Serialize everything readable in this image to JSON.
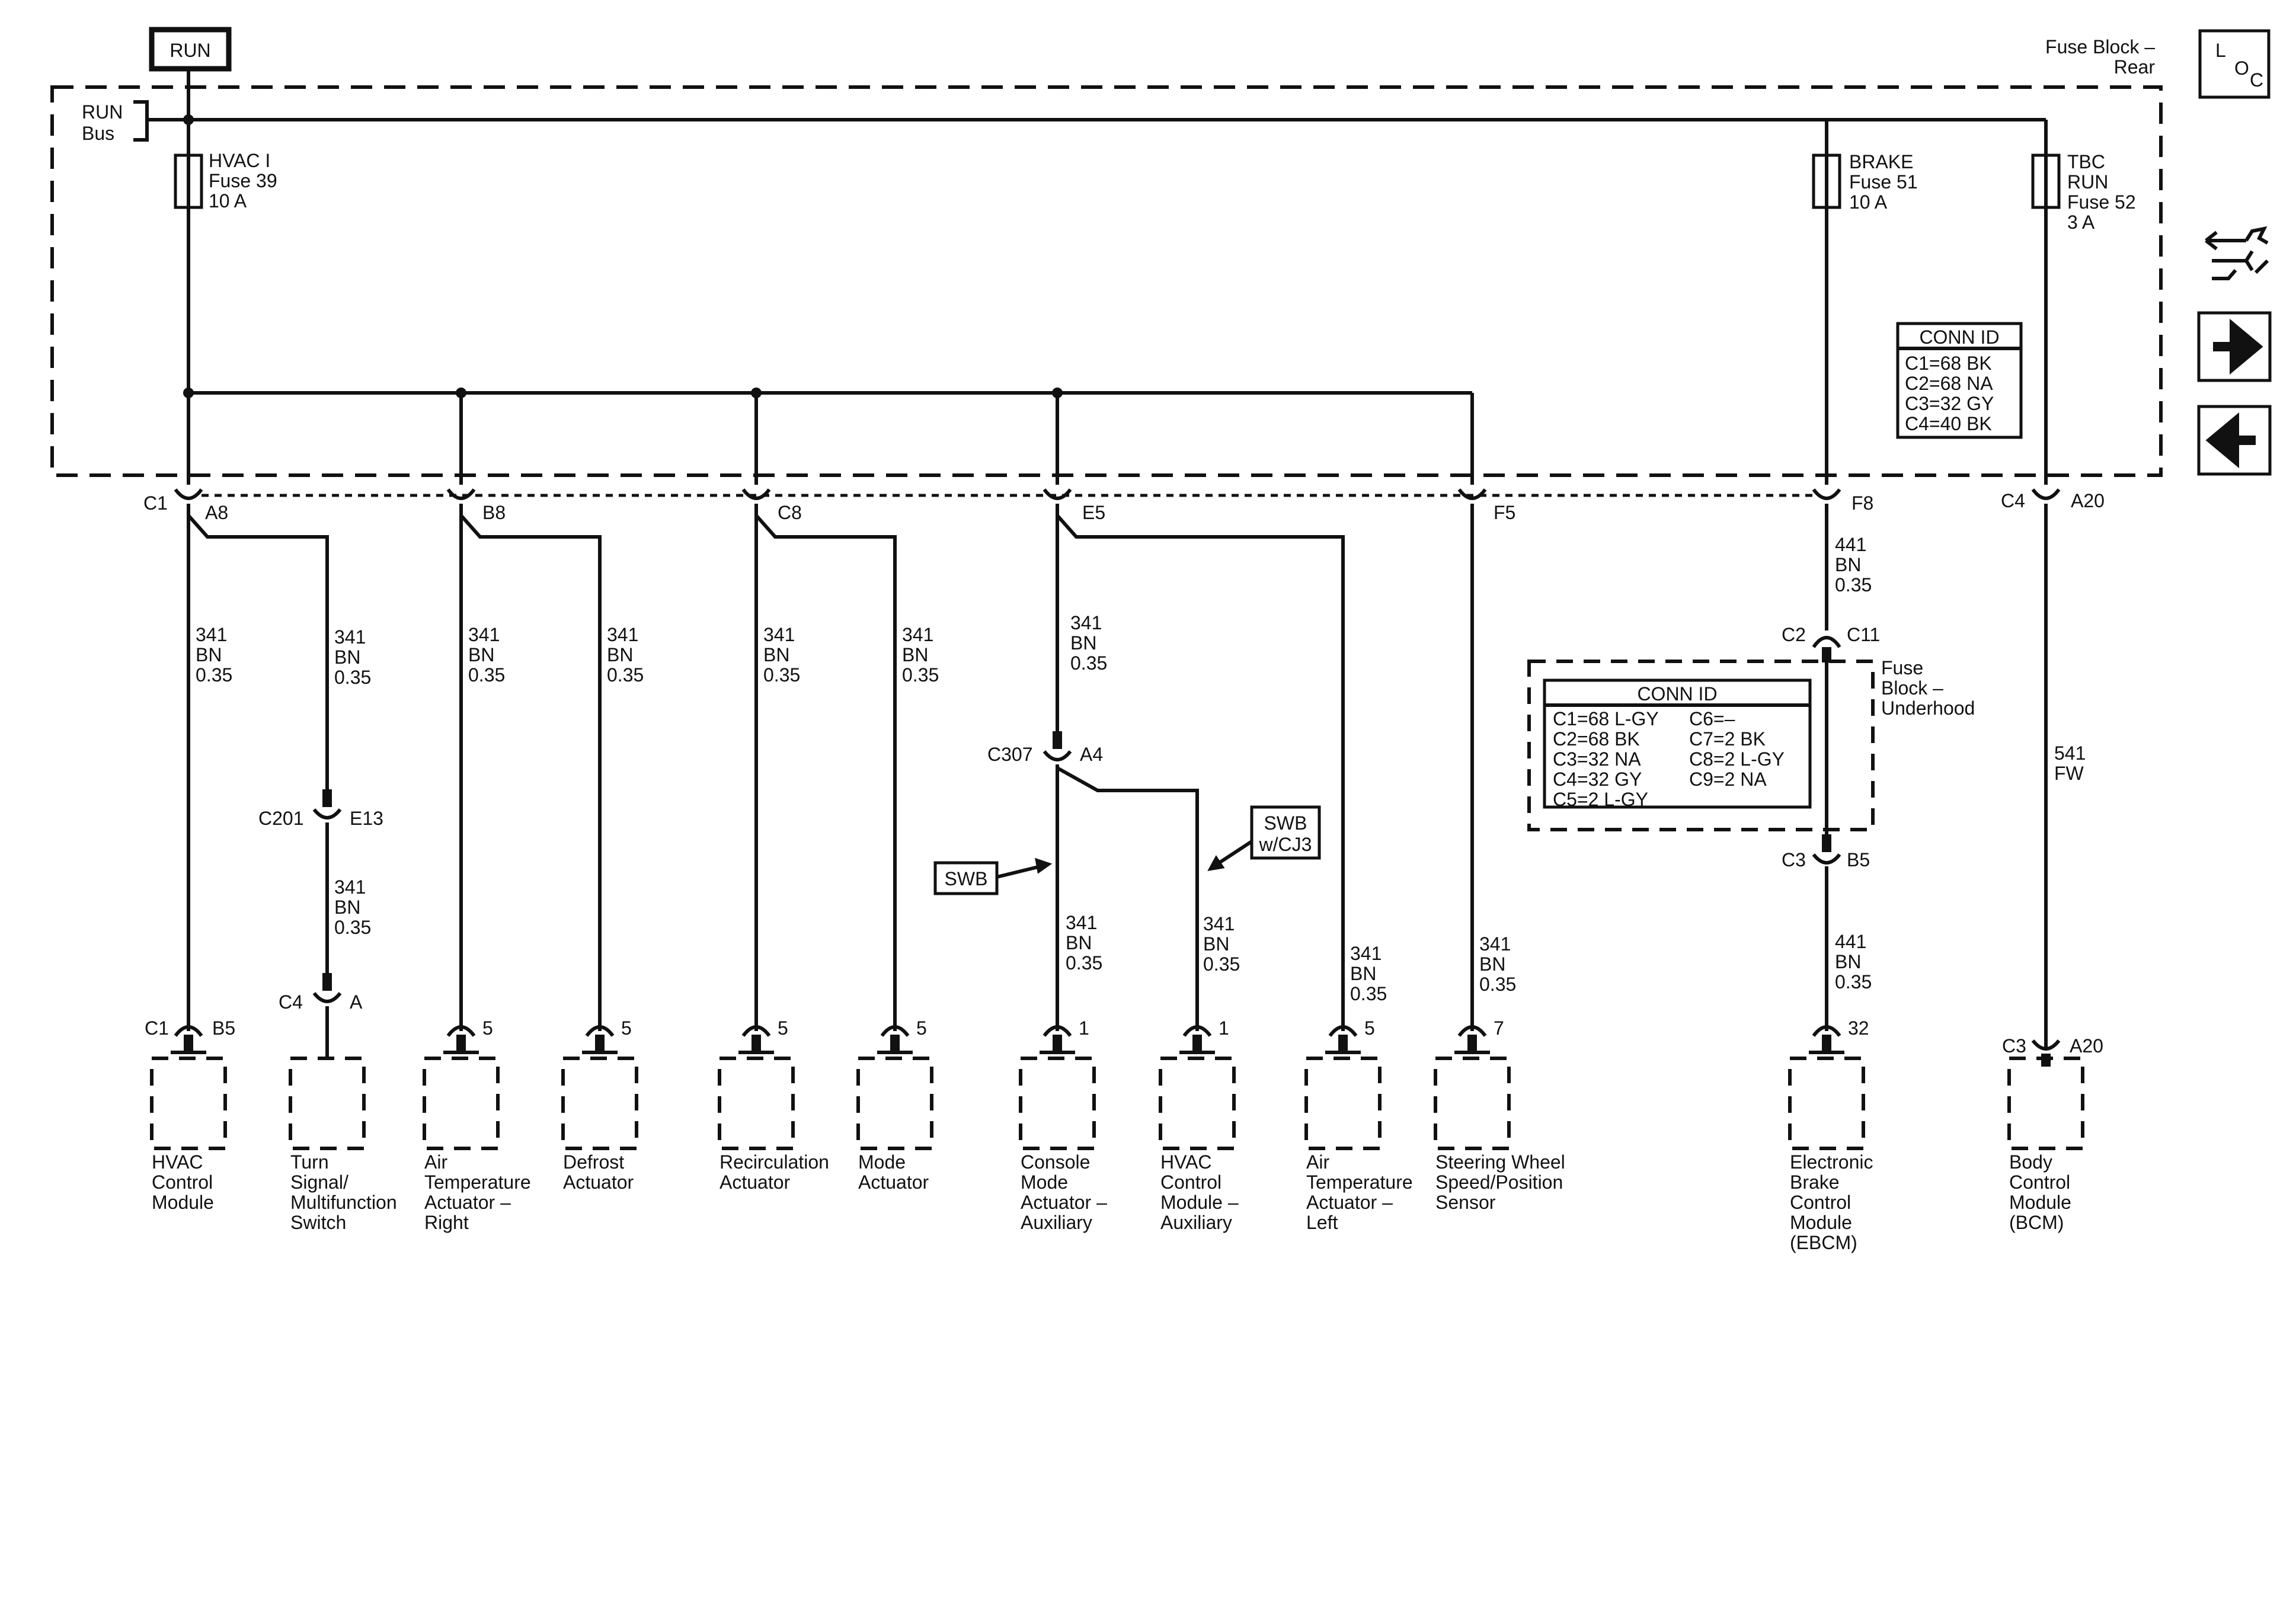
{
  "run_label": "RUN",
  "bus_label": [
    "RUN",
    "Bus"
  ],
  "fuse_block_rear": [
    "Fuse Block –",
    "Rear"
  ],
  "loc_icon": [
    "L",
    "O",
    "C"
  ],
  "nav_icons": [
    "schematic-icon",
    "next-arrow-icon",
    "back-arrow-icon"
  ],
  "fuses": [
    {
      "lines": [
        "HVAC I",
        "Fuse 39",
        "10 A"
      ]
    },
    {
      "lines": [
        "BRAKE",
        "Fuse 51",
        "10 A"
      ]
    },
    {
      "lines": [
        "TBC",
        "RUN",
        "Fuse 52",
        "3 A"
      ]
    }
  ],
  "conn_id_rear": {
    "title": "CONN ID",
    "rows": [
      "C1=68 BK",
      "C2=68 NA",
      "C3=32 GY",
      "C4=40 BK"
    ]
  },
  "conn_id_underhood": {
    "title": "CONN ID",
    "left": [
      "C1=68 L-GY",
      "C2=68 BK",
      "C3=32 NA",
      "C4=32 GY",
      "C5=2 L-GY"
    ],
    "right": [
      "C6=–",
      "C7=2 BK",
      "C8=2 L-GY",
      "C9=2 NA"
    ]
  },
  "fuse_block_underhood": [
    "Fuse",
    "Block –",
    "Underhood"
  ],
  "wire_341": [
    "341",
    "BN",
    "0.35"
  ],
  "wire_441": [
    "441",
    "BN",
    "0.35"
  ],
  "wire_541": [
    "541",
    "FW"
  ],
  "top_pins": [
    "C1",
    "A8",
    "B8",
    "C8",
    "E5",
    "F5",
    "F8",
    "C4",
    "A20"
  ],
  "inline_connectors": {
    "c201": [
      "C201",
      "E13"
    ],
    "c4": [
      "C4",
      "A"
    ],
    "c307": [
      "C307",
      "A4"
    ],
    "c2": [
      "C2",
      "C11"
    ],
    "c3": [
      "C3",
      "B5"
    ]
  },
  "swb_tags": [
    "SWB",
    "SWB",
    "w/CJ3"
  ],
  "components": [
    {
      "pin": [
        "C1",
        "B5"
      ],
      "lines": [
        "HVAC",
        "Control",
        "Module"
      ]
    },
    {
      "pin": [],
      "lines": [
        "Turn",
        "Signal/",
        "Multifunction",
        "Switch"
      ]
    },
    {
      "pin": [
        "5"
      ],
      "lines": [
        "Air",
        "Temperature",
        "Actuator –",
        "Right"
      ]
    },
    {
      "pin": [
        "5"
      ],
      "lines": [
        "Defrost",
        "Actuator"
      ]
    },
    {
      "pin": [
        "5"
      ],
      "lines": [
        "Recirculation",
        "Actuator"
      ]
    },
    {
      "pin": [
        "5"
      ],
      "lines": [
        "Mode",
        "Actuator"
      ]
    },
    {
      "pin": [
        "1"
      ],
      "lines": [
        "Console",
        "Mode",
        "Actuator –",
        "Auxiliary"
      ]
    },
    {
      "pin": [
        "1"
      ],
      "lines": [
        "HVAC",
        "Control",
        "Module –",
        "Auxiliary"
      ]
    },
    {
      "pin": [
        "5"
      ],
      "lines": [
        "Air",
        "Temperature",
        "Actuator –",
        "Left"
      ]
    },
    {
      "pin": [
        "7"
      ],
      "lines": [
        "Steering Wheel",
        "Speed/Position",
        "Sensor"
      ]
    },
    {
      "pin": [
        "32"
      ],
      "lines": [
        "Electronic",
        "Brake",
        "Control",
        "Module",
        "(EBCM)"
      ]
    },
    {
      "pin": [
        "C3",
        "A20"
      ],
      "lines": [
        "Body",
        "Control",
        "Module",
        "(BCM)"
      ]
    }
  ]
}
